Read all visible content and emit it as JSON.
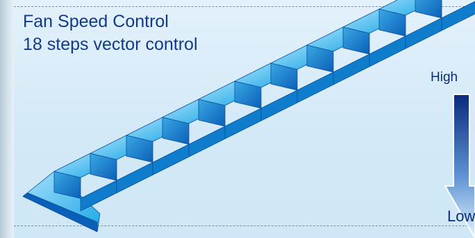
{
  "title": "Fan Speed Control",
  "subtitle": "18 steps vector control",
  "stairs": {
    "visible_steps": 12,
    "colors": {
      "tread_light": "#a9e1fb",
      "tread_dark": "#1aa7e6",
      "riser_light": "#3aa8e4",
      "riser_dark": "#0a5fb8",
      "side": "#0f7ccc",
      "edge": "#0a4f9a"
    }
  },
  "speed_scale": {
    "high_label": "High",
    "low_label": "Low",
    "arrow_direction": "down",
    "arrow_colors": {
      "top": "#0a2a7a",
      "bottom": "#dff3ff"
    }
  }
}
